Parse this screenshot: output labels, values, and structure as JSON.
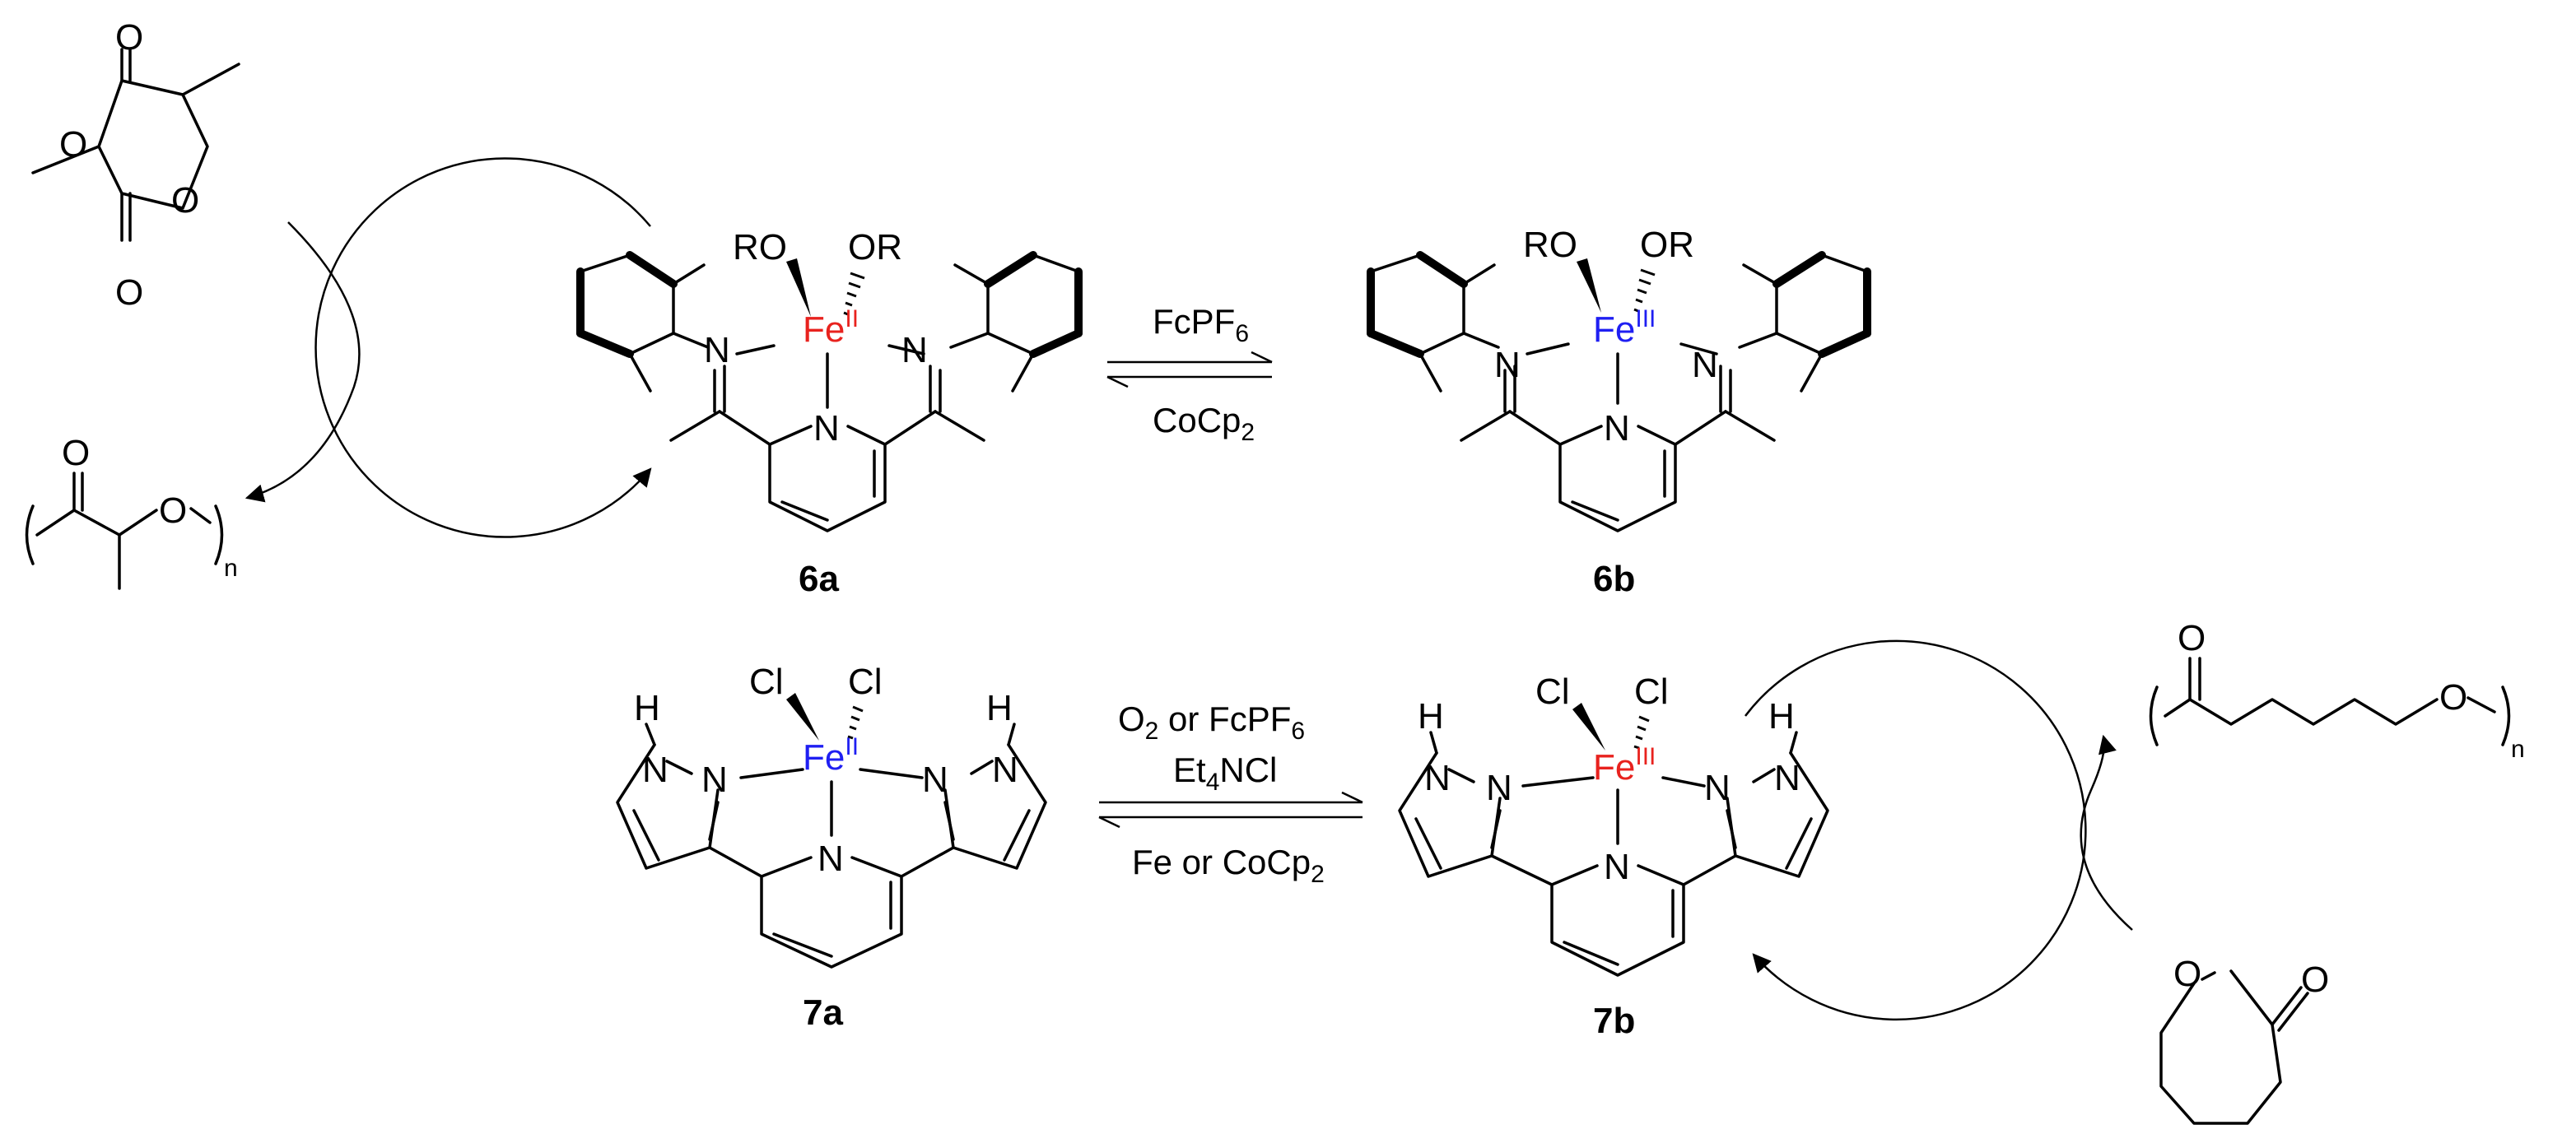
{
  "atoms": {
    "O": "O",
    "N": "N",
    "H": "H",
    "Cl": "Cl",
    "RO": "RO",
    "OR": "OR",
    "Fe": "Fe",
    "n": "n"
  },
  "compounds": {
    "c6a": {
      "label": "6a",
      "ox": "II",
      "ox_color": "#e8221e"
    },
    "c6b": {
      "label": "6b",
      "ox": "III",
      "ox_color": "#1f1ff2"
    },
    "c7a": {
      "label": "7a",
      "ox": "II",
      "ox_color": "#1f1ff2"
    },
    "c7b": {
      "label": "7b",
      "ox": "III",
      "ox_color": "#e8221e"
    }
  },
  "conditions": {
    "top_forward": {
      "base": "FcPF",
      "sub": "6"
    },
    "top_reverse": {
      "base": "CoCp",
      "sub": "2"
    },
    "bottom_forward_1": "O",
    "bottom_forward_1_sub": "2",
    "bottom_forward_1_rest": " or FcPF",
    "bottom_forward_1_sub2": "6",
    "bottom_forward_2_a": "Et",
    "bottom_forward_2_sub": "4",
    "bottom_forward_2_b": "NCl",
    "bottom_reverse_a": "Fe or CoCp",
    "bottom_reverse_sub": "2"
  }
}
